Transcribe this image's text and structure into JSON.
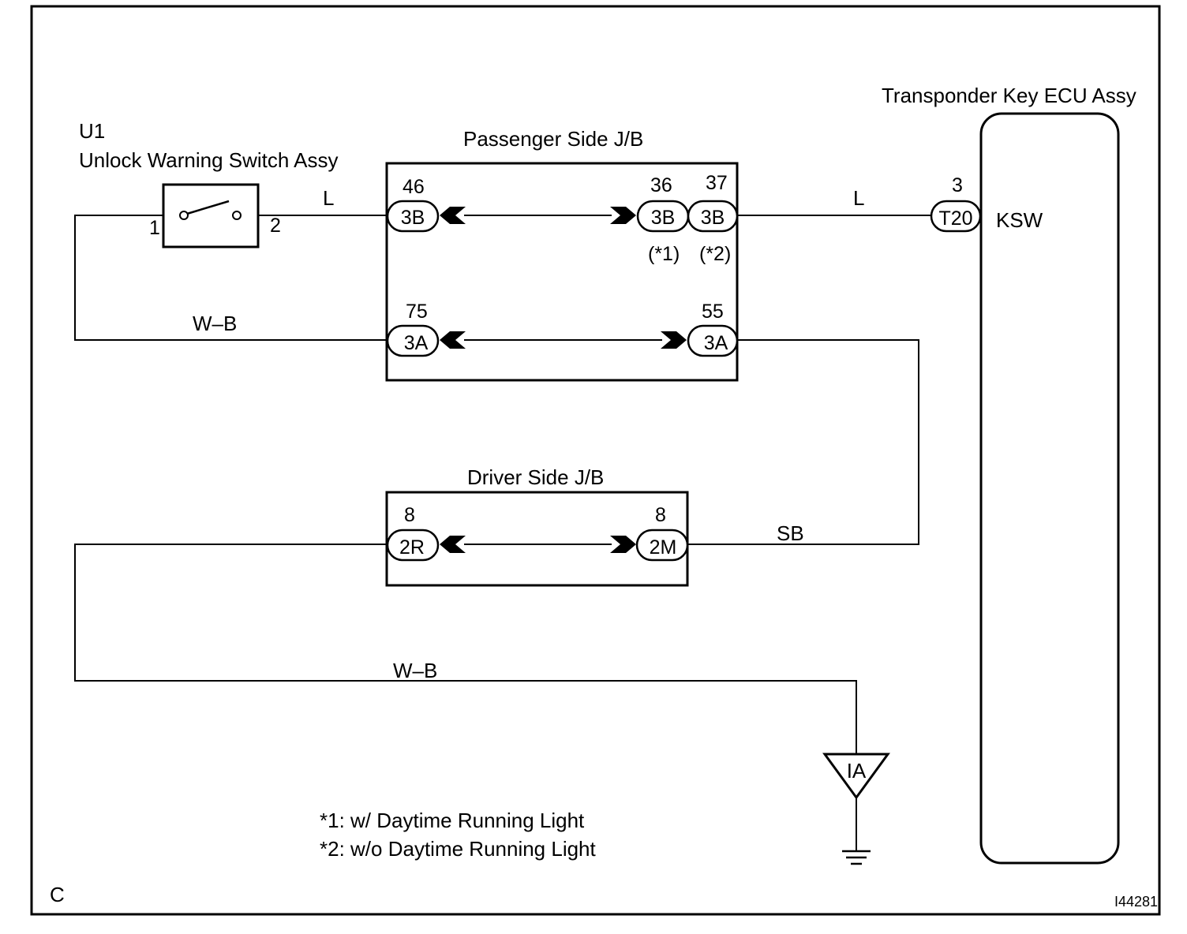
{
  "components": {
    "switch": {
      "code": "U1",
      "name": "Unlock Warning Switch Assy",
      "pin_left": "1",
      "pin_right": "2"
    },
    "passenger_jb": {
      "name": "Passenger Side J/B",
      "c46": {
        "pin": "46",
        "connector": "3B"
      },
      "c36": {
        "pin": "36",
        "connector": "3B",
        "note": "(*1)"
      },
      "c37": {
        "pin": "37",
        "connector": "3B",
        "note": "(*2)"
      },
      "c75": {
        "pin": "75",
        "connector": "3A"
      },
      "c55": {
        "pin": "55",
        "connector": "3A"
      }
    },
    "driver_jb": {
      "name": "Driver Side J/B",
      "c2r": {
        "pin": "8",
        "connector": "2R"
      },
      "c2m": {
        "pin": "8",
        "connector": "2M"
      }
    },
    "ecu": {
      "name": "Transponder Key ECU Assy",
      "pin": "3",
      "connector": "T20",
      "terminal": "KSW"
    },
    "ground": {
      "label": "IA"
    }
  },
  "wires": {
    "switch_to_jb": "L",
    "jb_to_ecu": "L",
    "switch_return": "W–B",
    "jb_to_driver": "SB",
    "ground_wire": "W–B"
  },
  "notes": {
    "note1": "*1: w/ Daytime Running Light",
    "note2": "*2: w/o Daytime Running Light"
  },
  "footer": {
    "corner": "C",
    "figure_id": "I44281"
  }
}
